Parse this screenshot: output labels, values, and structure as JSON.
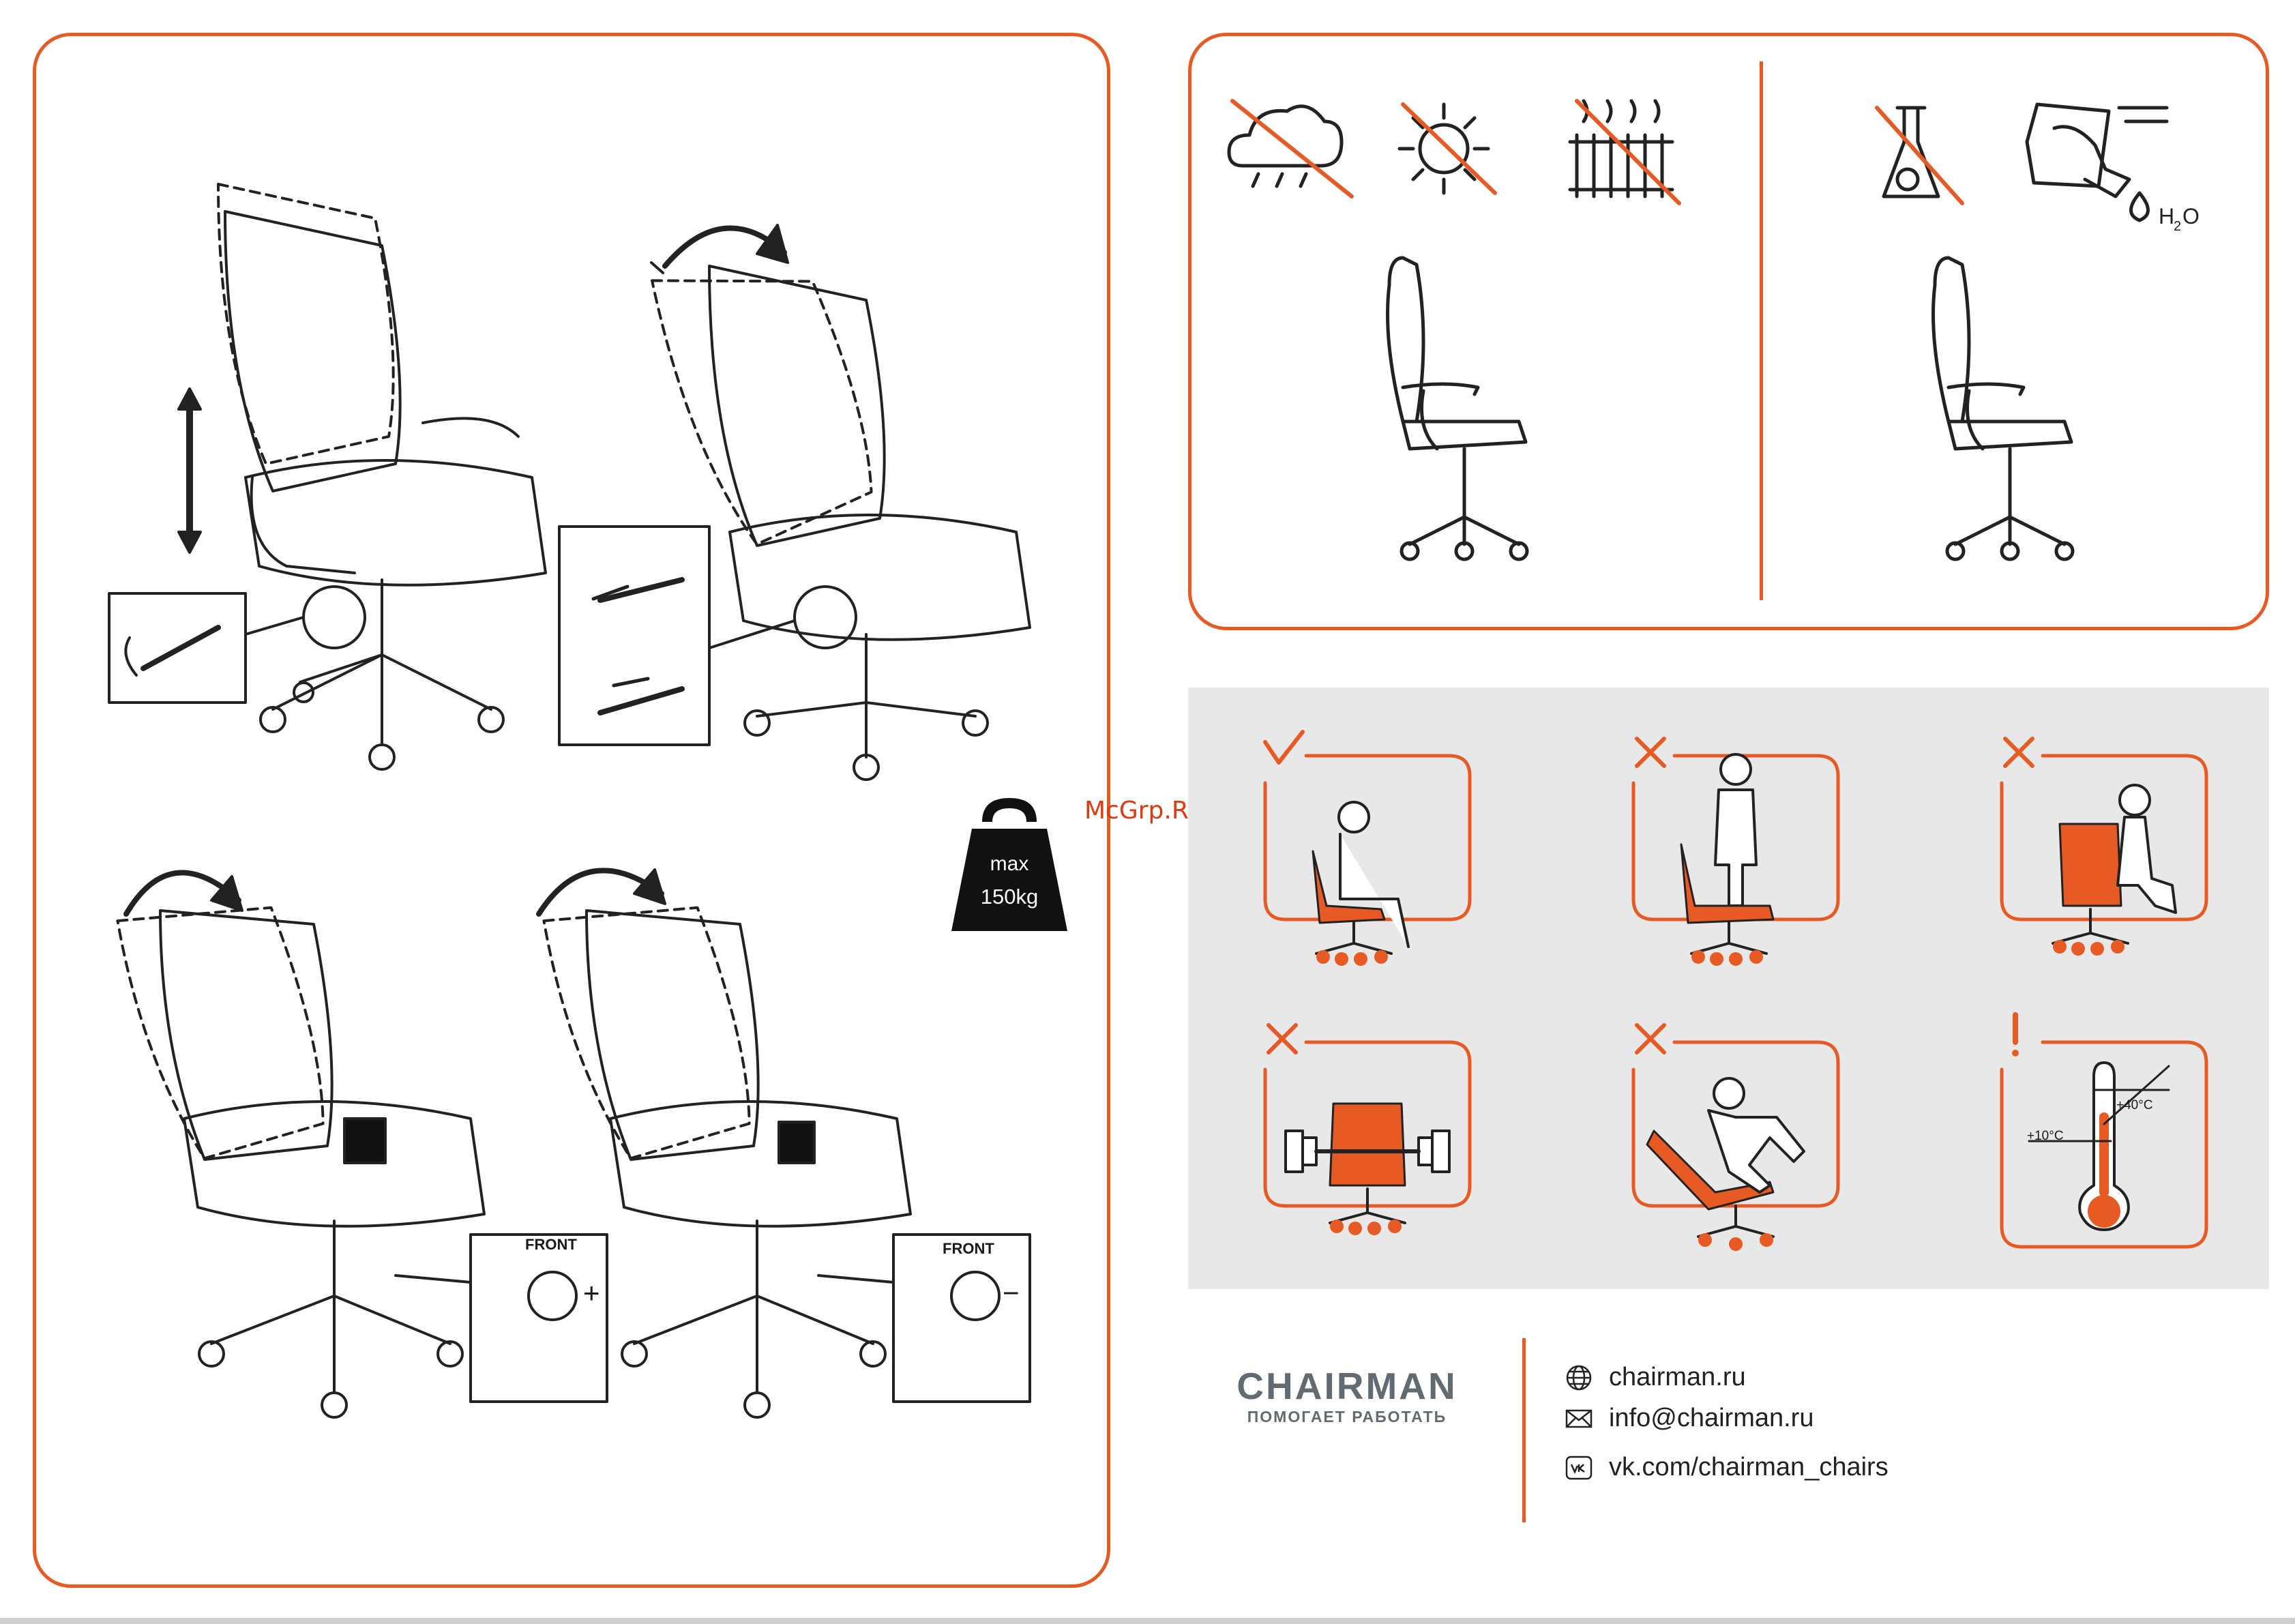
{
  "watermark": "McGrp.Ru",
  "weight": {
    "max_label": "max",
    "capacity": "150kg"
  },
  "tension": [
    {
      "front_label": "FRONT",
      "sign": "+"
    },
    {
      "front_label": "FRONT",
      "sign": "−"
    }
  ],
  "brand": {
    "name": "CHAIRMAN",
    "tagline": "ПОМОГАЕТ РАБОТАТЬ"
  },
  "contacts": {
    "website": "chairman.ru",
    "email": "info@chairman.ru",
    "vk": "vk.com/chairman_chairs"
  },
  "temperature": {
    "min": "+10°C",
    "max": "+40°C"
  },
  "colors": {
    "accent": "#e85a24",
    "grey_panel": "#e8e8e8",
    "brand_grey": "#626b72"
  },
  "icons": {
    "care": [
      "no-rain-icon",
      "no-sun-icon",
      "no-heater-icon",
      "no-chemicals-icon",
      "wipe-with-water-icon"
    ],
    "usage": [
      "correct-sitting-icon",
      "no-standing-icon",
      "no-kneeling-icon",
      "no-overload-icon",
      "no-leaning-back-icon",
      "temperature-warning-icon"
    ]
  }
}
